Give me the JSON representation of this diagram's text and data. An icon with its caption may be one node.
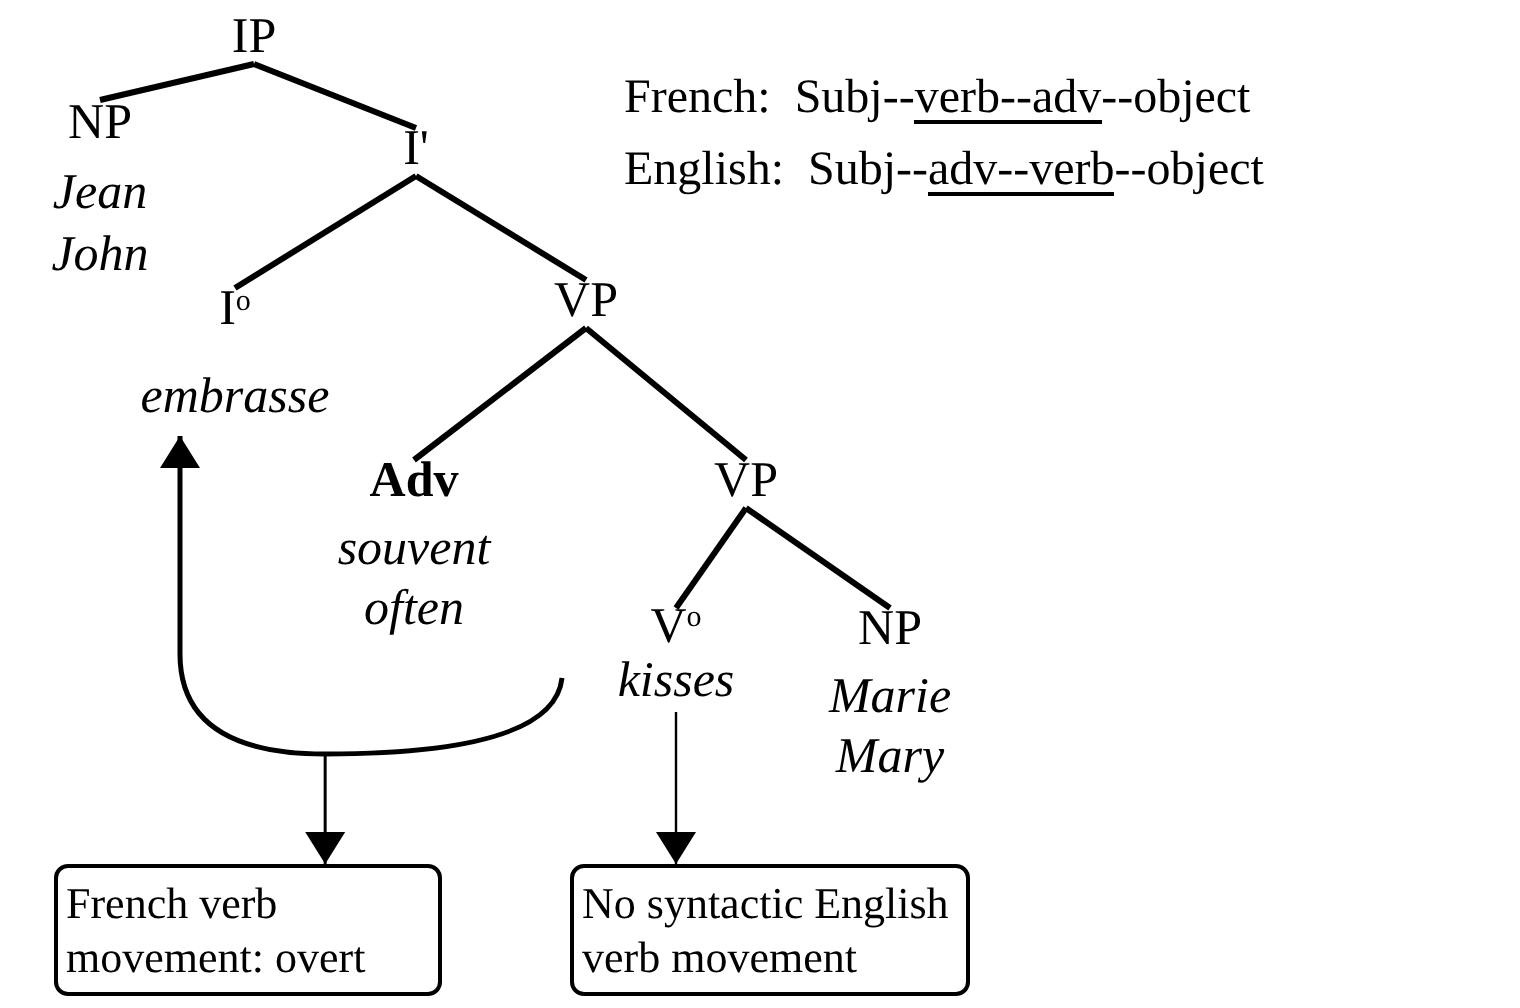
{
  "diagram": {
    "nodes": [
      {
        "text": [
          "IP"
        ]
      },
      {
        "text": [
          "NP",
          "Jean John"
        ]
      },
      {
        "text": [
          "I'"
        ]
      },
      {
        "text": [
          "I$^{o}$",
          "embrasse"
        ]
      },
      {
        "text": [
          "VP"
        ]
      },
      {
        "text": [
          "Adv",
          "souvent often"
        ]
      },
      {
        "text": [
          "VP"
        ]
      },
      {
        "text": [
          "V$^{o}$",
          "kisses"
        ]
      },
      {
        "text": [
          "NP",
          "Marie Mary"
        ]
      },
      {
        "text": [
          "French verb movement: overt"
        ]
      },
      {
        "text": [
          "No syntactic English verb movement"
        ]
      }
    ],
    "edges": [
      {
        "from": 0,
        "to": 1,
        "arrow": "none"
      },
      {
        "from": 0,
        "to": 2,
        "arrow": "none"
      },
      {
        "from": 2,
        "to": 3,
        "arrow": "none"
      },
      {
        "from": 2,
        "to": 4,
        "arrow": "none"
      },
      {
        "from": 4,
        "to": 5,
        "arrow": "none"
      },
      {
        "from": 4,
        "to": 6,
        "arrow": "none"
      },
      {
        "from": 6,
        "to": 7,
        "arrow": "none"
      },
      {
        "from": 6,
        "to": 8,
        "arrow": "none"
      },
      {
        "from": 7,
        "to": 3,
        "arrow": "to"
      },
      {
        "from": 7,
        "to": 9,
        "arrow": "to"
      },
      {
        "from": 7,
        "to": 10,
        "arrow": "to"
      }
    ],
    "labels": [
      "French:  Subj--verb--adv--object",
      "English:  Subj--adv--verb--object"
    ]
  }
}
